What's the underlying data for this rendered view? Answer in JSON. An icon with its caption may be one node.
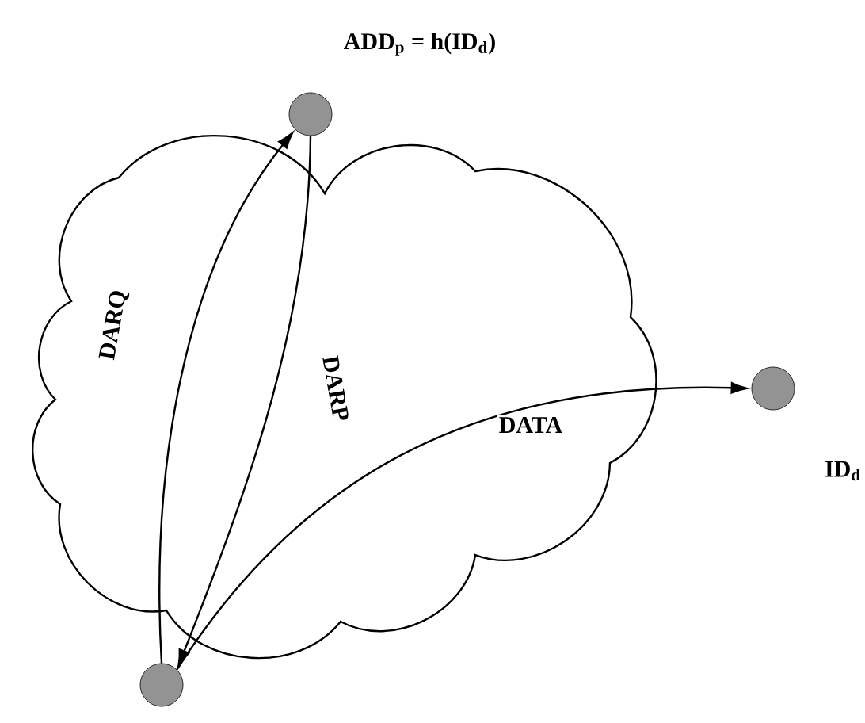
{
  "diagram": {
    "nodes": [
      {
        "text": [],
        "shape": "circle",
        "beside": [
          "ADD$_{p}$ = h(ID$_{d}$)"
        ]
      },
      {
        "text": [],
        "shape": "circle",
        "beside": [
          "ID$_{d}$"
        ]
      },
      {
        "text": [],
        "shape": "circle"
      }
    ],
    "edges": [
      {
        "from": 2,
        "to": 0,
        "arrow": "to",
        "label": "DARQ"
      },
      {
        "from": 0,
        "to": 2,
        "arrow": "to",
        "label": "DARP"
      },
      {
        "from": 2,
        "to": 1,
        "arrow": "to",
        "label": "DATA"
      }
    ]
  }
}
